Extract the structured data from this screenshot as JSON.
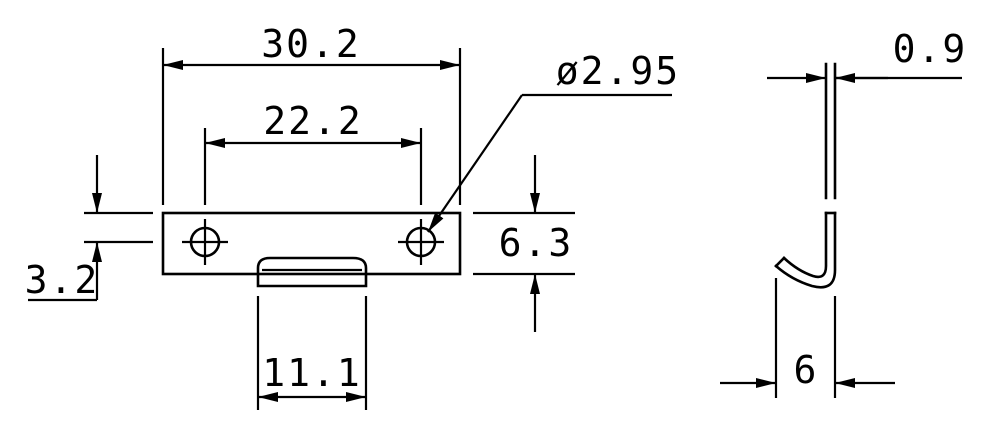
{
  "front_view": {
    "overall_width": "30.2",
    "hole_spacing": "22.2",
    "hole_diameter": "ø2.95",
    "height": "6.3",
    "hole_offset": "3.2",
    "tab_width": "11.1"
  },
  "side_view": {
    "thickness": "0.9",
    "hook_depth": "6"
  }
}
